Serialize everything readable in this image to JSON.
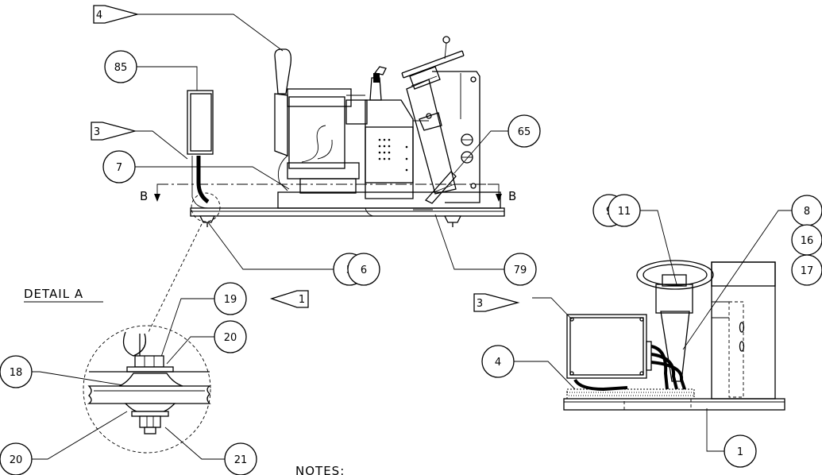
{
  "callouts": {
    "c85": "85",
    "c7": "7",
    "c5": "5",
    "c6": "6",
    "c79": "79",
    "c65": "65",
    "c9": "9",
    "c11": "11",
    "c8": "8",
    "c16": "16",
    "c17": "17",
    "c4": "4",
    "c1": "1",
    "c19": "19",
    "c20a": "20",
    "c18": "18",
    "c20b": "20",
    "c21": "21"
  },
  "flags": {
    "f4": "4",
    "f3a": "3",
    "f3b": "3",
    "f1": "1"
  },
  "section": {
    "left": "B",
    "right": "B"
  },
  "labels": {
    "detail": "DETAIL A",
    "notes": "NOTES:"
  }
}
